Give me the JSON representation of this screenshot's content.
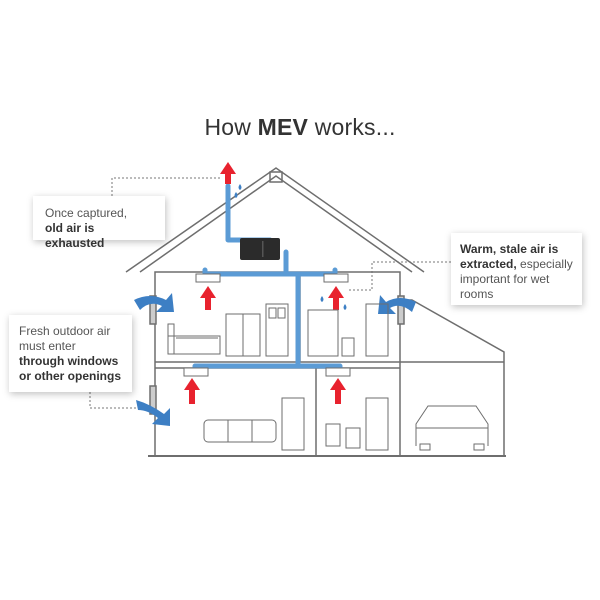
{
  "title": {
    "prefix": "How ",
    "bold": "MEV",
    "suffix": " works..."
  },
  "callouts": {
    "exhaust": {
      "line1": "Once captured,",
      "bold": "old air is exhausted"
    },
    "extract": {
      "bold": "Warm, stale air is extracted,",
      "rest": " especially important for wet rooms"
    },
    "fresh": {
      "text": "Fresh outdoor air must enter ",
      "bold": "through windows or other openings"
    }
  },
  "colors": {
    "duct": "#5b9bd5",
    "arrow_out": "#e8222e",
    "arrow_in": "#3d7fc4",
    "outline": "#6e6e6e"
  }
}
